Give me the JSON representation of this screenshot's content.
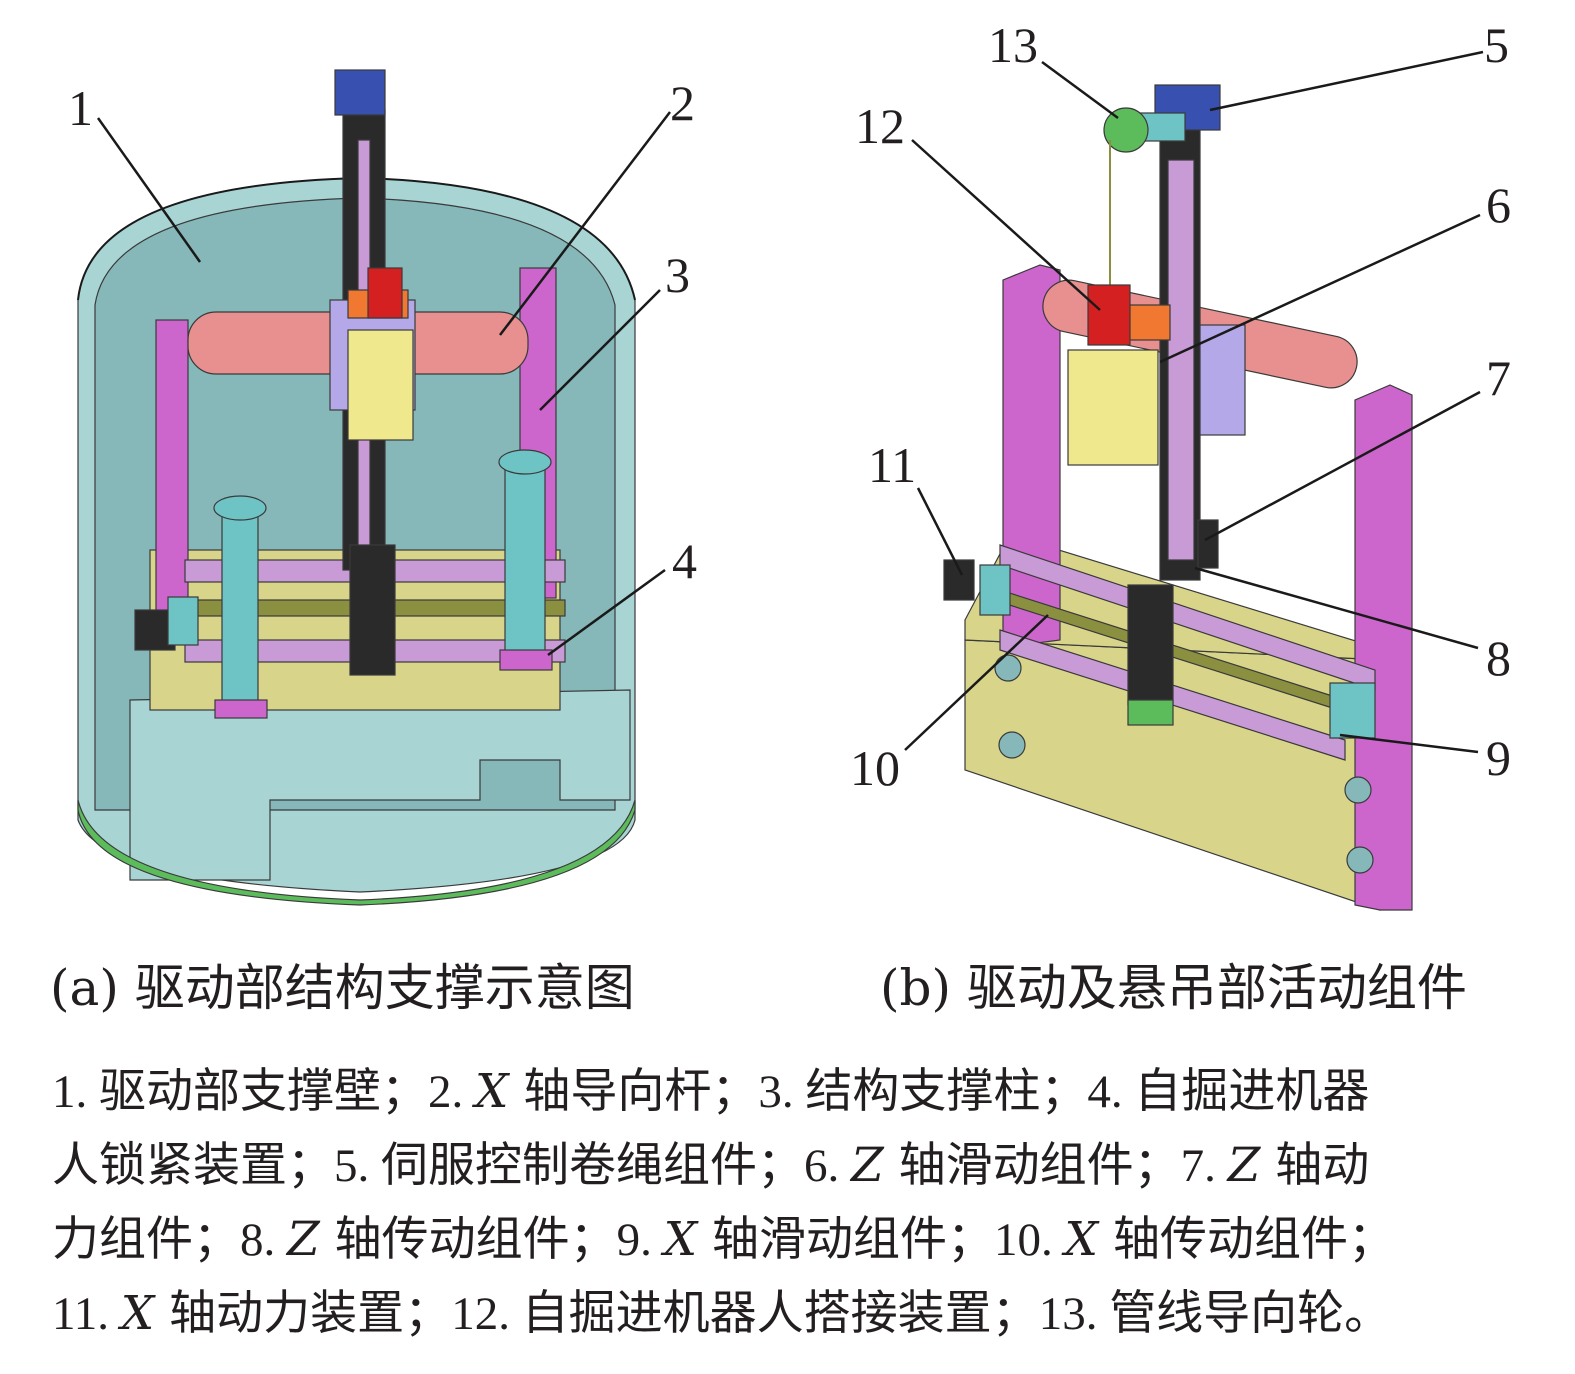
{
  "colors": {
    "wall": "#a8d4d4",
    "wall_dark": "#86b8ba",
    "pillar": "#cc66cc",
    "rod": "#e88f8f",
    "base": "#d8d48a",
    "rail": "#c89ad6",
    "screw": "#8a9040",
    "block": "#2a2a2a",
    "teal": "#6ec4c4",
    "red": "#d42020",
    "orange": "#f07830",
    "yellow": "#f0e88c",
    "lavender": "#b4a8e8",
    "green": "#5cbc5c",
    "blue": "#3850b0",
    "leader": "#1a1a1a"
  },
  "figure": {
    "labels_a": [
      "1",
      "2",
      "3",
      "4"
    ],
    "labels_b": [
      "13",
      "5",
      "12",
      "6",
      "7",
      "11",
      "8",
      "10",
      "9"
    ]
  },
  "captions": {
    "a": "(a) 驱动部结构支撑示意图",
    "b": "(b) 驱动及悬吊部活动组件"
  },
  "legend": {
    "lines": [
      [
        {
          "t": "1. ",
          "cls": "num"
        },
        {
          "t": "驱动部支撑壁；",
          "cls": ""
        },
        {
          "t": "2. ",
          "cls": "num"
        },
        {
          "t": "X",
          "cls": "it"
        },
        {
          "t": " 轴导向杆；",
          "cls": ""
        },
        {
          "t": "3. ",
          "cls": "num"
        },
        {
          "t": "结构支撑柱；",
          "cls": ""
        },
        {
          "t": "4. ",
          "cls": "num"
        },
        {
          "t": "自掘进机器",
          "cls": ""
        }
      ],
      [
        {
          "t": "人锁紧装置；",
          "cls": ""
        },
        {
          "t": "5. ",
          "cls": "num"
        },
        {
          "t": "伺服控制卷绳组件；",
          "cls": ""
        },
        {
          "t": "6. ",
          "cls": "num"
        },
        {
          "t": "Z",
          "cls": "it"
        },
        {
          "t": " 轴滑动组件；",
          "cls": ""
        },
        {
          "t": "7. ",
          "cls": "num"
        },
        {
          "t": "Z",
          "cls": "it"
        },
        {
          "t": " 轴动",
          "cls": ""
        }
      ],
      [
        {
          "t": "力组件；",
          "cls": ""
        },
        {
          "t": "8. ",
          "cls": "num"
        },
        {
          "t": "Z",
          "cls": "it"
        },
        {
          "t": " 轴传动组件；",
          "cls": ""
        },
        {
          "t": "9. ",
          "cls": "num"
        },
        {
          "t": "X",
          "cls": "it"
        },
        {
          "t": " 轴滑动组件；",
          "cls": ""
        },
        {
          "t": "10. ",
          "cls": "num"
        },
        {
          "t": "X",
          "cls": "it"
        },
        {
          "t": " 轴传动组件；",
          "cls": ""
        }
      ],
      [
        {
          "t": "11. ",
          "cls": "num"
        },
        {
          "t": "X",
          "cls": "it"
        },
        {
          "t": " 轴动力装置；",
          "cls": ""
        },
        {
          "t": "12. ",
          "cls": "num"
        },
        {
          "t": "自掘进机器人搭接装置；",
          "cls": ""
        },
        {
          "t": "13. ",
          "cls": "num"
        },
        {
          "t": "管线导向轮。",
          "cls": ""
        }
      ]
    ]
  }
}
